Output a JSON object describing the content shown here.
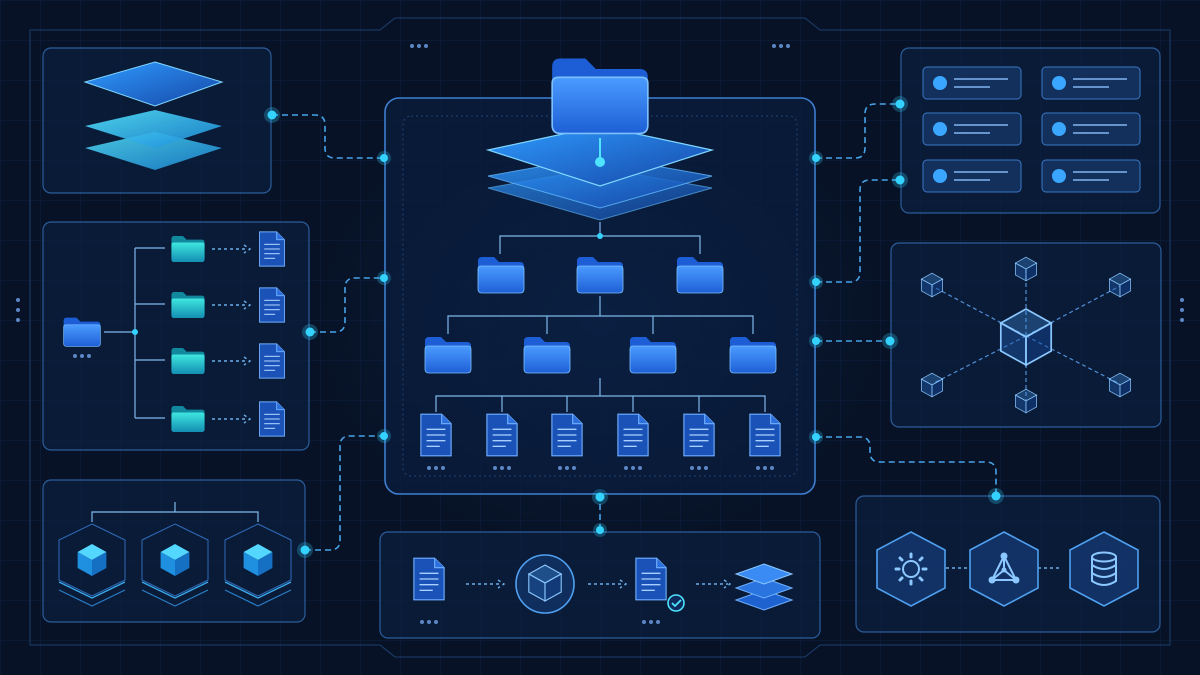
{
  "colors": {
    "background": "#071226",
    "panel_stroke": "#2c5d9b",
    "accent_cyan": "#34d2ff",
    "folder_blue": "#3e8bf6",
    "document_blue": "#1b52b8"
  },
  "panels": {
    "top_left": {
      "icon": "layer-stack-icon"
    },
    "middle_left": {
      "icon": "folder-branch-icon",
      "branches": 4
    },
    "bottom_left": {
      "icon": "cube-grid-icon",
      "cubes": 3
    },
    "center": {
      "root_icon": "folder-on-layers-icon",
      "tree_levels": [
        {
          "icon": "folder-icon",
          "count": 3
        },
        {
          "icon": "folder-icon",
          "count": 4
        },
        {
          "icon": "document-icon",
          "count": 6
        }
      ]
    },
    "bottom_center": {
      "steps": [
        "document-icon",
        "cube-icon",
        "document-check-icon",
        "layer-stack-icon"
      ]
    },
    "top_right": {
      "icon": "list-item-icon",
      "rows": 3,
      "columns": 2
    },
    "middle_right": {
      "icon": "cube-network-icon",
      "satellites": 6
    },
    "bottom_right": {
      "icons": [
        "gear-icon",
        "network-icon",
        "database-icon"
      ]
    }
  }
}
